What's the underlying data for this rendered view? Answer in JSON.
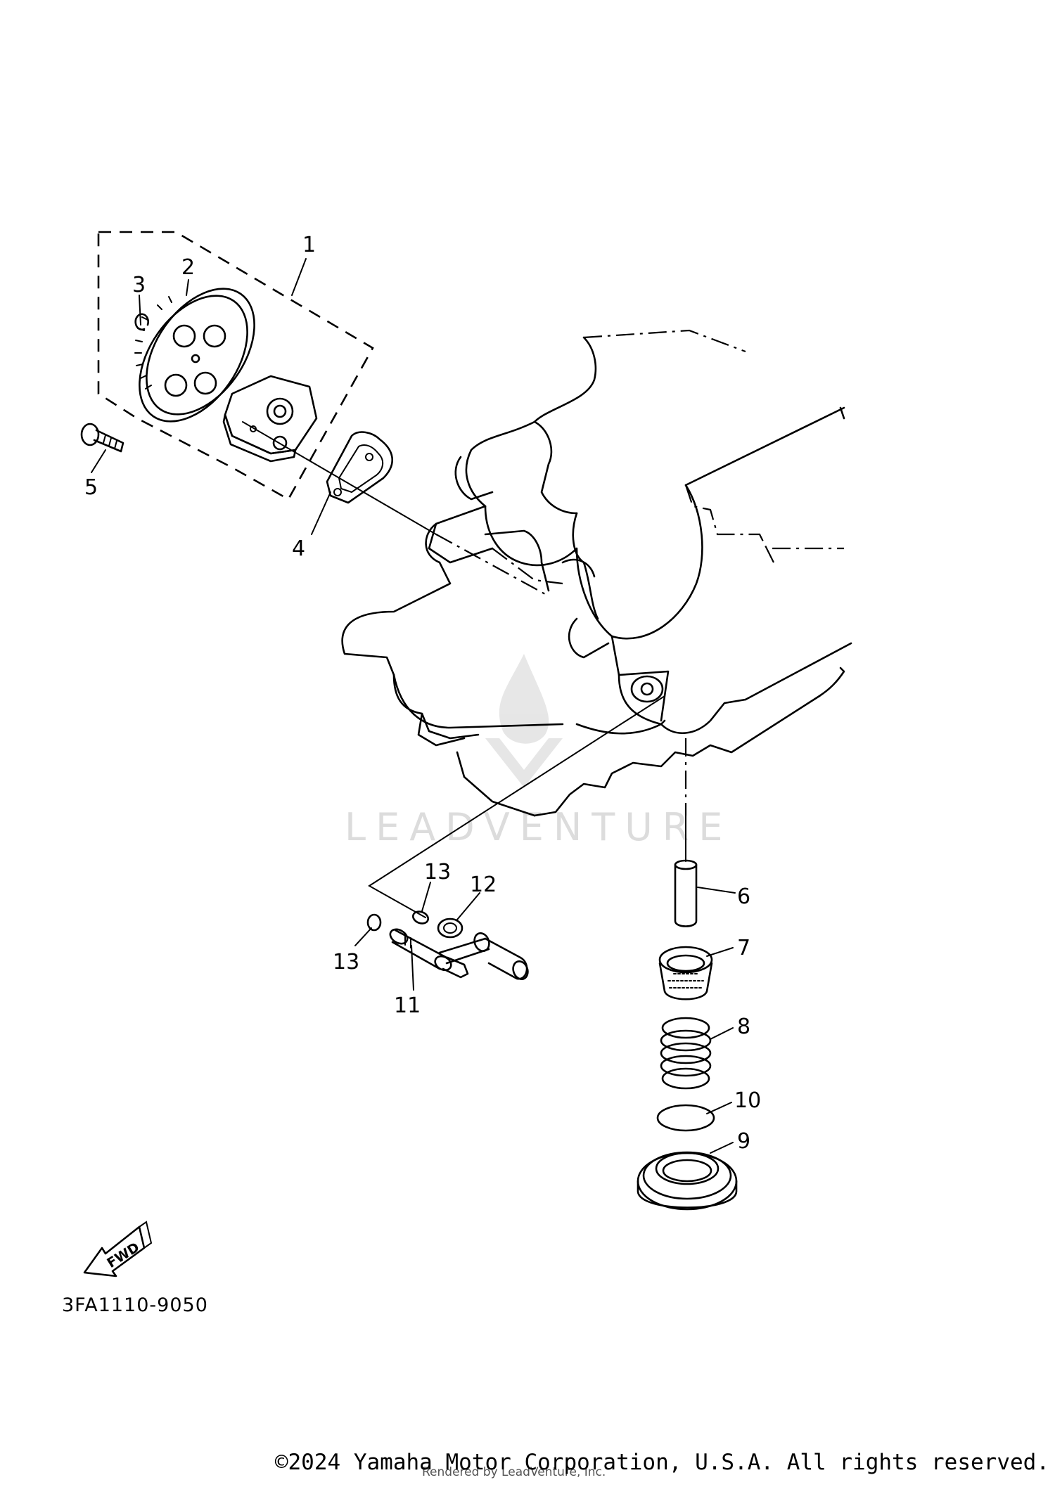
{
  "callouts": {
    "c1": "1",
    "c2": "2",
    "c3": "3",
    "c4": "4",
    "c5": "5",
    "c6": "6",
    "c7": "7",
    "c8": "8",
    "c9": "9",
    "c10": "10",
    "c11": "11",
    "c12": "12",
    "c13a": "13",
    "c13b": "13"
  },
  "part_code": "3FA1110-9050",
  "fwd_label": "FWD",
  "watermark": "LEADVENTURE",
  "footer": {
    "copyright": "©2024 Yamaha Motor Corporation, U.S.A. All rights reserved.",
    "rendered_by": "Rendered by LeadVenture, Inc."
  },
  "colors": {
    "line": "#000000",
    "watermark": "#d9d9d9",
    "background": "#ffffff"
  }
}
